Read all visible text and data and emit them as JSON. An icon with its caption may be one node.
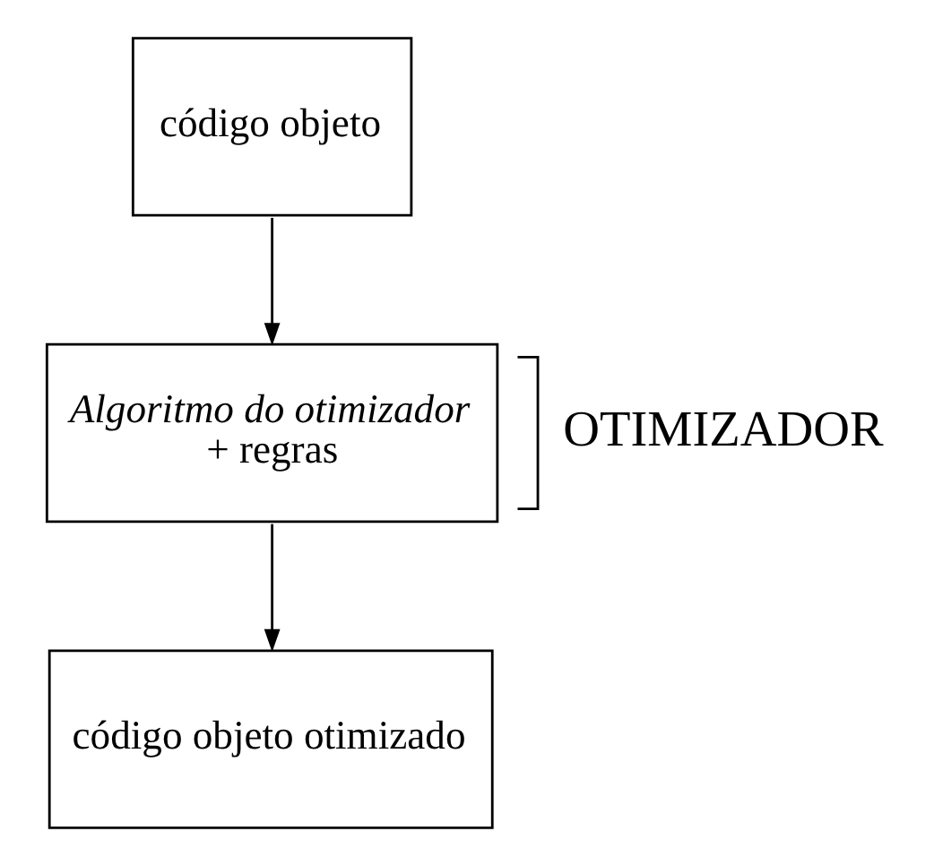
{
  "diagram": {
    "nodes": [
      {
        "text": [
          "código objeto"
        ]
      },
      {
        "text": [
          "Algoritmo do otimizador",
          "+ regras"
        ],
        "beside": [
          "OTIMIZADOR"
        ]
      },
      {
        "text": [
          "código objeto otimizado"
        ]
      }
    ],
    "edges": [
      {
        "from": 0,
        "to": 1,
        "arrow": "to"
      },
      {
        "from": 1,
        "to": 2,
        "arrow": "to"
      }
    ]
  }
}
